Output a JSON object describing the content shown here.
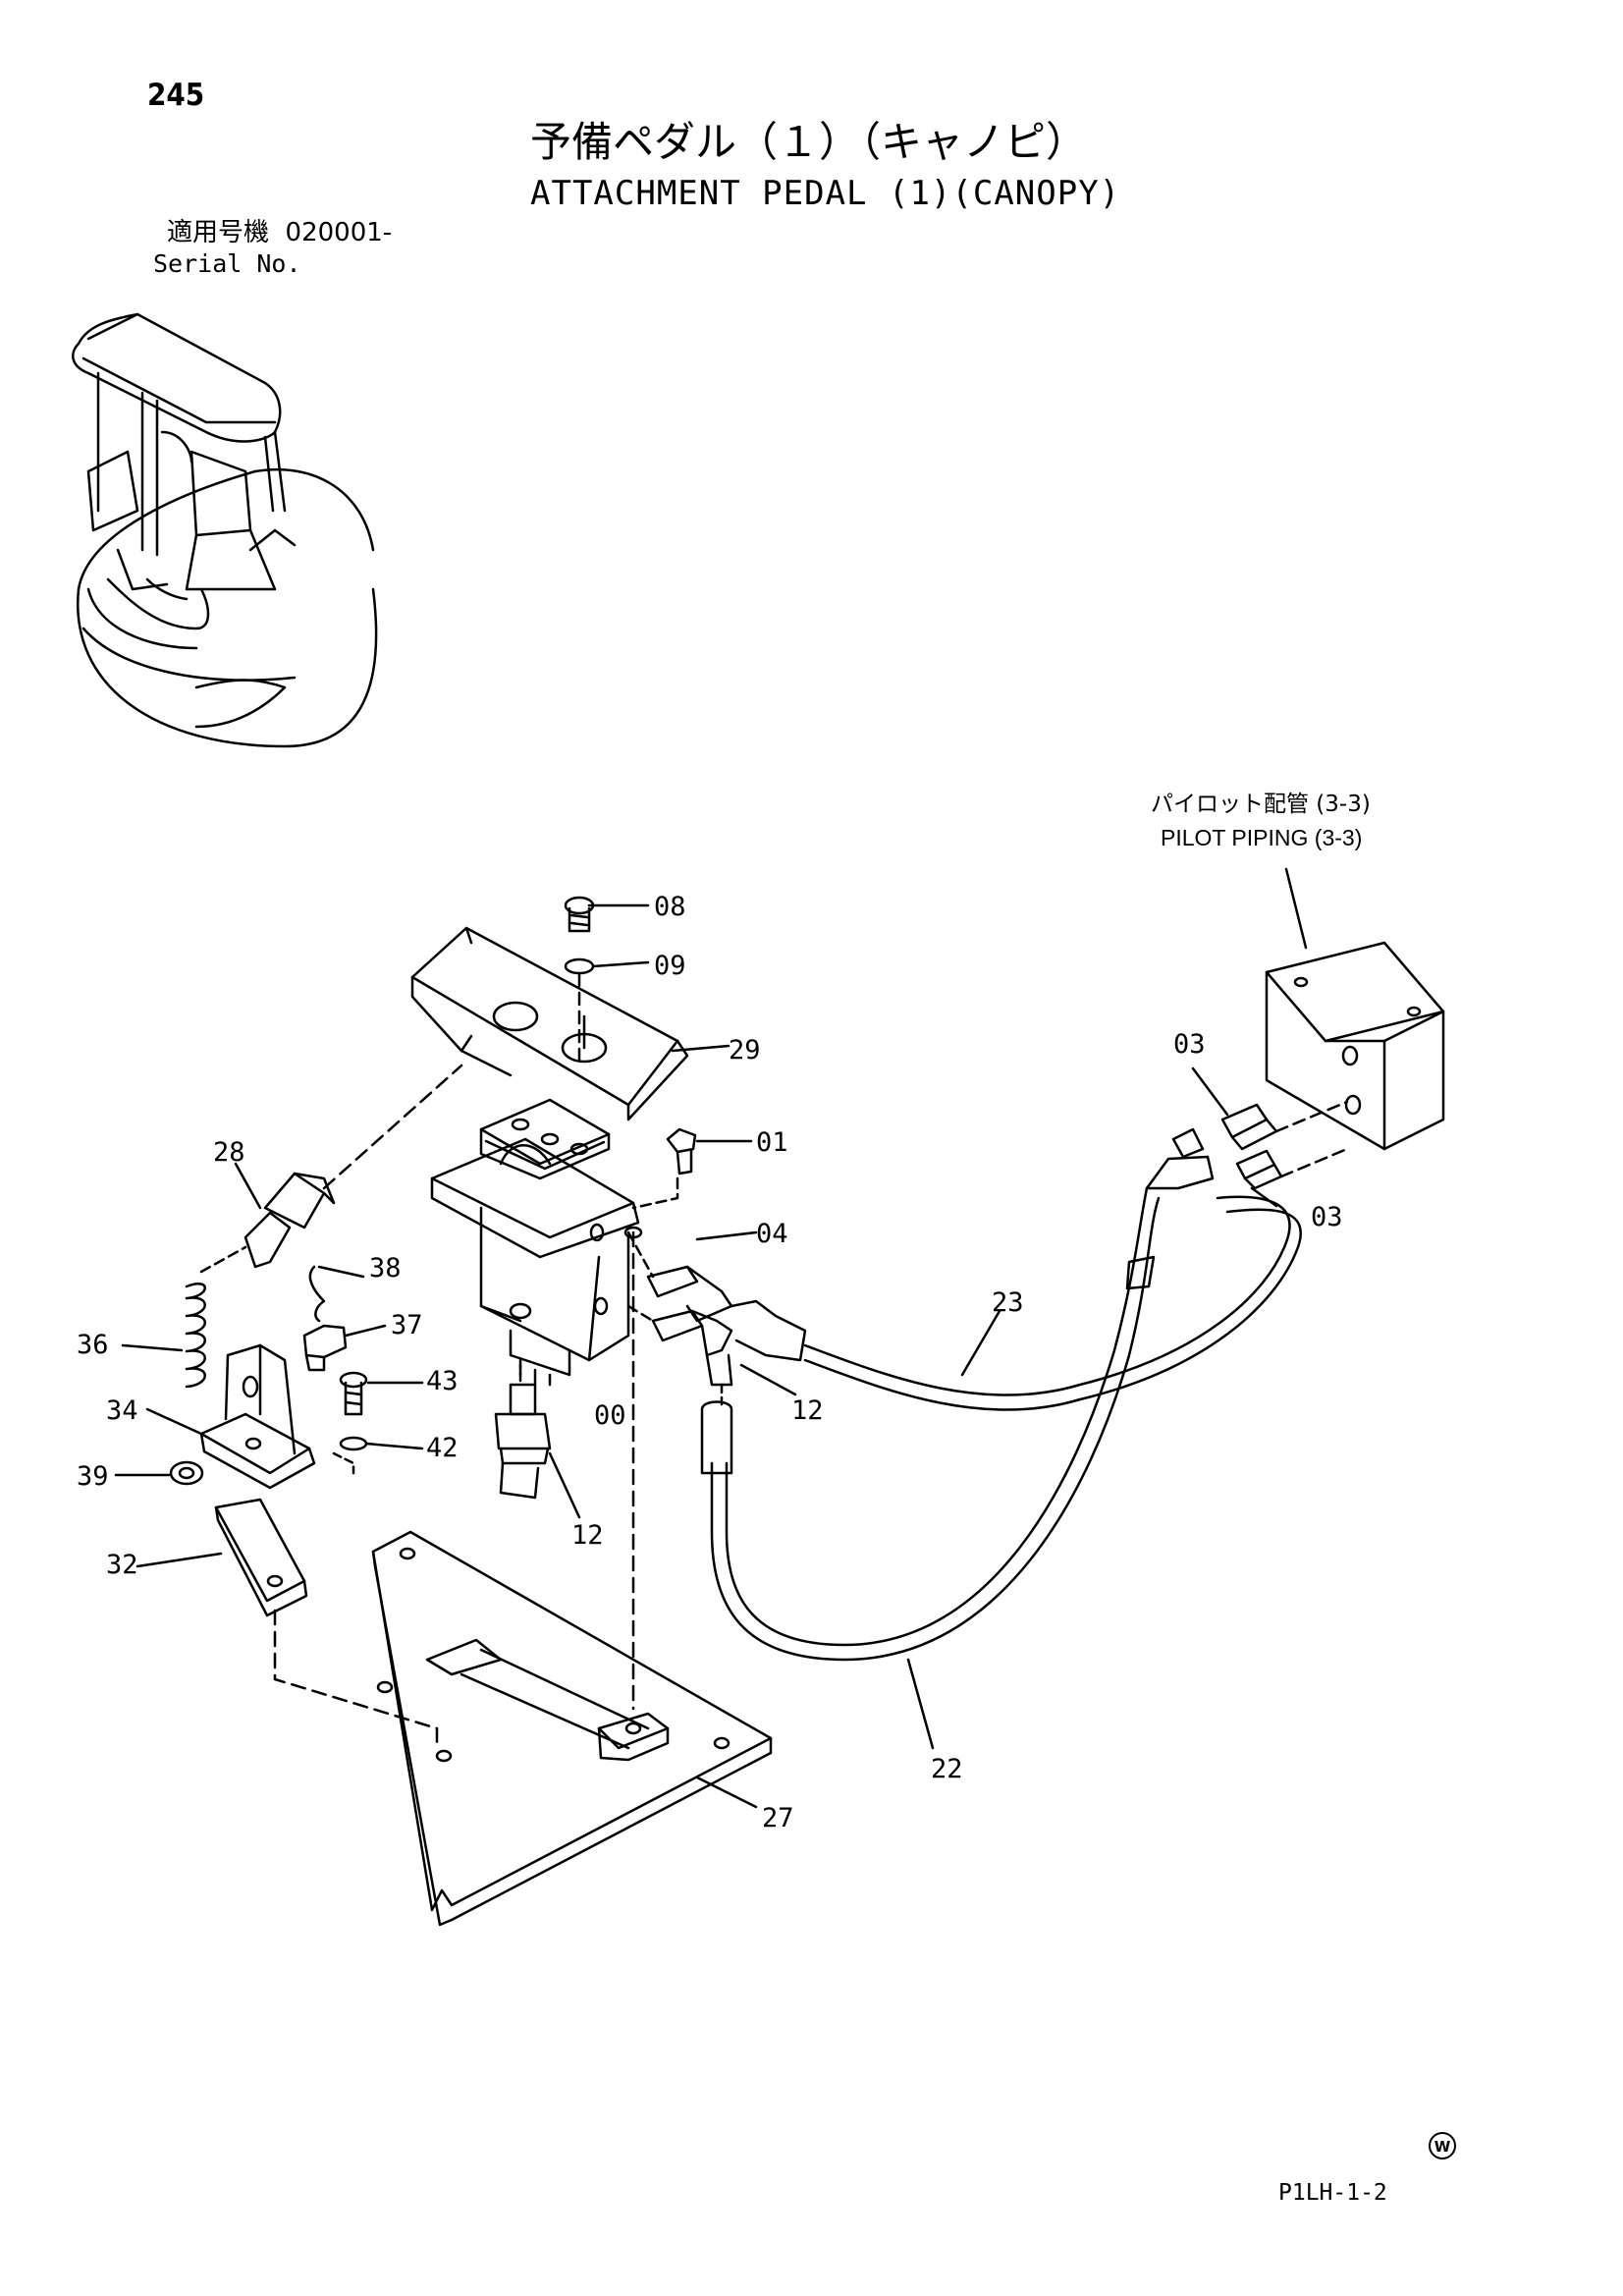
{
  "page_number": "245",
  "title": {
    "jp": "予備ペダル（１）（キャノピ）",
    "en": "ATTACHMENT PEDAL (1)(CANOPY)"
  },
  "serial": {
    "label_jp": "適用号機",
    "number": "020001-",
    "label_en": "Serial No."
  },
  "reference": {
    "jp": "パイロット配管 (3-3)",
    "en": "PILOT PIPING (3-3)"
  },
  "part_labels": {
    "p08": "08",
    "p09": "09",
    "p29": "29",
    "p01": "01",
    "p03a": "03",
    "p03b": "03",
    "p28": "28",
    "p04": "04",
    "p38": "38",
    "p37": "37",
    "p36": "36",
    "p23": "23",
    "p43": "43",
    "p34": "34",
    "p00": "00",
    "p12a": "12",
    "p42": "42",
    "p39": "39",
    "p12b": "12",
    "p32": "32",
    "p22": "22",
    "p27": "27"
  },
  "drawing_code": "P1LH-1-2",
  "watermark_letter": "W"
}
